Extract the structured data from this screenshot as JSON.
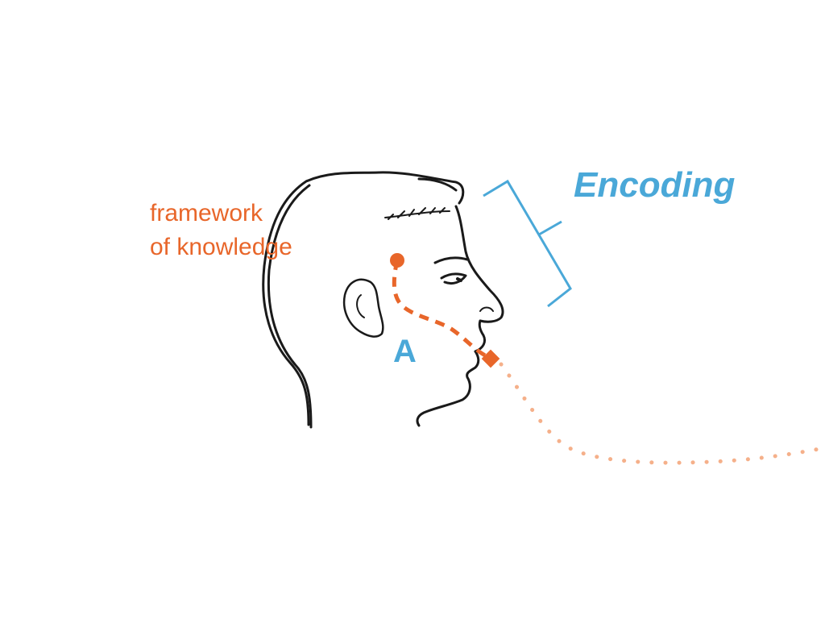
{
  "labels": {
    "framework_line1": "framework",
    "framework_line2": "of knowledge",
    "encoding": "Encoding",
    "speaker": "A"
  },
  "colors": {
    "orange": "#e8662a",
    "light_orange": "#f5b08a",
    "blue": "#4aa8d8",
    "sketch": "#1a1a1a"
  },
  "icons": {
    "figure": "head-profile-sketch",
    "brace": "bracket",
    "origin": "dot",
    "mouth": "diamond"
  }
}
